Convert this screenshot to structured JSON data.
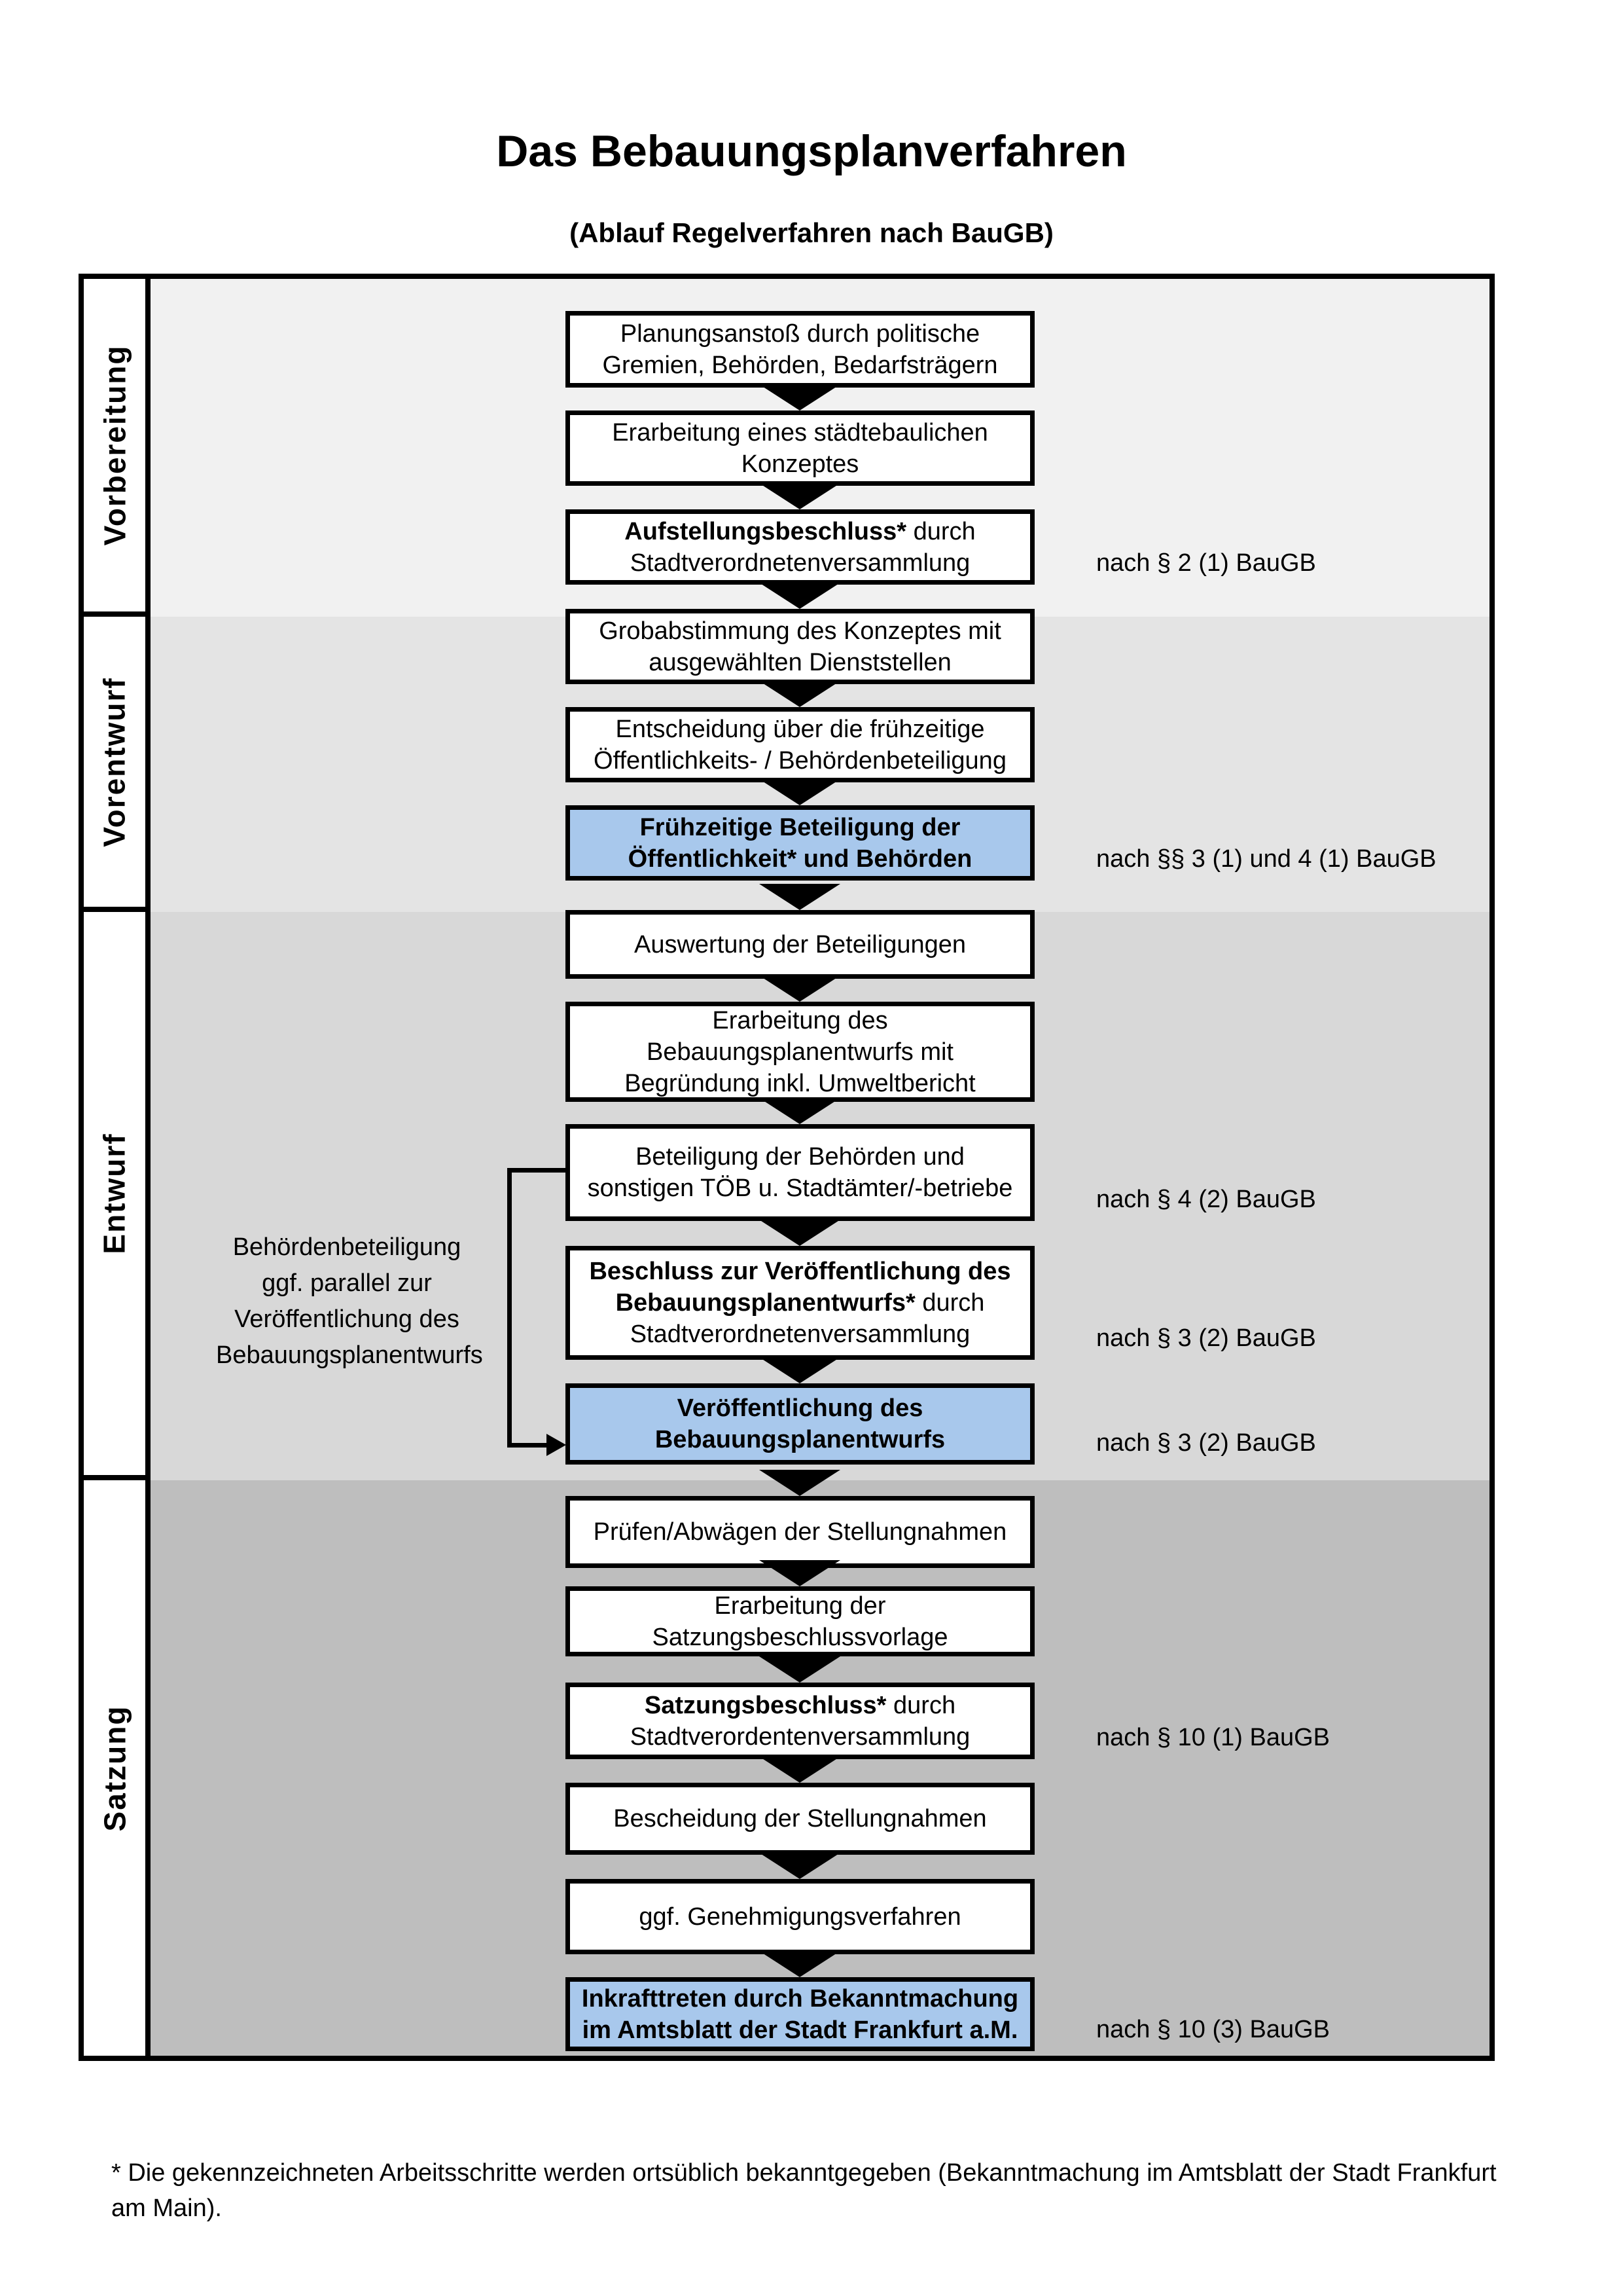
{
  "title": "Das Bebauungsplanverfahren",
  "subtitle": "(Ablauf Regelverfahren nach BauGB)",
  "colors": {
    "highlight_blue": "#a8c8ec",
    "phase_backgrounds": [
      "#f1f1f1",
      "#e4e4e4",
      "#d8d8d8",
      "#bebebe"
    ],
    "border": "#000000"
  },
  "phases": [
    {
      "label": "Vorbereitung"
    },
    {
      "label": "Vorentwurf"
    },
    {
      "label": "Entwurf"
    },
    {
      "label": "Satzung"
    }
  ],
  "steps": [
    {
      "phase": 0,
      "fill": "white",
      "ref": "",
      "lines": [
        [
          {
            "t": "Planungsanstoß durch politische"
          }
        ],
        [
          {
            "t": "Gremien, Behörden, Bedarfsträgern"
          }
        ]
      ]
    },
    {
      "phase": 0,
      "fill": "white",
      "ref": "",
      "lines": [
        [
          {
            "t": "Erarbeitung eines städtebaulichen"
          }
        ],
        [
          {
            "t": "Konzeptes"
          }
        ]
      ]
    },
    {
      "phase": 0,
      "fill": "white",
      "ref": "nach § 2 (1) BauGB",
      "lines": [
        [
          {
            "t": "Aufstellungsbeschluss*",
            "b": true
          },
          {
            "t": " durch"
          }
        ],
        [
          {
            "t": "Stadtverordnetenversammlung"
          }
        ]
      ]
    },
    {
      "phase": 1,
      "fill": "white",
      "ref": "",
      "lines": [
        [
          {
            "t": "Grobabstimmung des Konzeptes mit"
          }
        ],
        [
          {
            "t": "ausgewählten Dienststellen"
          }
        ]
      ]
    },
    {
      "phase": 1,
      "fill": "white",
      "ref": "",
      "lines": [
        [
          {
            "t": "Entscheidung über die frühzeitige"
          }
        ],
        [
          {
            "t": "Öffentlichkeits- / Behördenbeteiligung"
          }
        ]
      ]
    },
    {
      "phase": 1,
      "fill": "blue",
      "ref": "nach §§ 3 (1) und 4 (1) BauGB",
      "lines": [
        [
          {
            "t": "Frühzeitige Beteiligung der",
            "b": true
          }
        ],
        [
          {
            "t": "Öffentlichkeit* und Behörden",
            "b": true
          }
        ]
      ]
    },
    {
      "phase": 2,
      "fill": "white",
      "ref": "",
      "lines": [
        [
          {
            "t": "Auswertung der Beteiligungen"
          }
        ]
      ]
    },
    {
      "phase": 2,
      "fill": "white",
      "ref": "",
      "lines": [
        [
          {
            "t": "Erarbeitung des"
          }
        ],
        [
          {
            "t": "Bebauungsplanentwurfs mit"
          }
        ],
        [
          {
            "t": "Begründung inkl. Umweltbericht"
          }
        ]
      ]
    },
    {
      "phase": 2,
      "fill": "white",
      "ref": "nach § 4 (2) BauGB",
      "lines": [
        [
          {
            "t": "Beteiligung der Behörden und"
          }
        ],
        [
          {
            "t": "sonstigen TÖB u. Stadtämter/-betriebe"
          }
        ]
      ]
    },
    {
      "phase": 2,
      "fill": "white",
      "ref": "nach § 3 (2) BauGB",
      "lines": [
        [
          {
            "t": "Beschluss zur Veröffentlichung des",
            "b": true
          }
        ],
        [
          {
            "t": "Bebauungsplanentwurfs*",
            "b": true
          },
          {
            "t": " durch"
          }
        ],
        [
          {
            "t": "Stadtverordnetenversammlung"
          }
        ]
      ]
    },
    {
      "phase": 2,
      "fill": "blue",
      "ref": "nach § 3 (2) BauGB",
      "lines": [
        [
          {
            "t": "Veröffentlichung des",
            "b": true
          }
        ],
        [
          {
            "t": "Bebauungsplanentwurfs",
            "b": true
          }
        ]
      ]
    },
    {
      "phase": 3,
      "fill": "white",
      "ref": "",
      "lines": [
        [
          {
            "t": "Prüfen/Abwägen der Stellungnahmen"
          }
        ]
      ]
    },
    {
      "phase": 3,
      "fill": "white",
      "ref": "",
      "lines": [
        [
          {
            "t": "Erarbeitung der"
          }
        ],
        [
          {
            "t": "Satzungsbeschlussvorlage"
          }
        ]
      ]
    },
    {
      "phase": 3,
      "fill": "white",
      "ref": "nach § 10 (1) BauGB",
      "lines": [
        [
          {
            "t": "Satzungsbeschluss*",
            "b": true
          },
          {
            "t": " durch"
          }
        ],
        [
          {
            "t": "Stadtverordentenversammlung"
          }
        ]
      ]
    },
    {
      "phase": 3,
      "fill": "white",
      "ref": "",
      "lines": [
        [
          {
            "t": "Bescheidung der Stellungnahmen"
          }
        ]
      ]
    },
    {
      "phase": 3,
      "fill": "white",
      "ref": "",
      "lines": [
        [
          {
            "t": "ggf. Genehmigungsverfahren"
          }
        ]
      ]
    },
    {
      "phase": 3,
      "fill": "blue",
      "ref": "nach § 10 (3) BauGB",
      "lines": [
        [
          {
            "t": "Inkrafttreten",
            "b": true
          },
          {
            "t": " durch Bekanntmachung"
          }
        ],
        [
          {
            "t": "im Amtsblatt der Stadt Frankfurt a.M."
          }
        ]
      ]
    }
  ],
  "side_note": {
    "lines": [
      "Behördenbeteiligung",
      "ggf. parallel zur",
      "Veröffentlichung des",
      "Bebauungsplanentwurfs"
    ]
  },
  "footnote": "* Die gekennzeichneten Arbeitsschritte werden ortsüblich bekanntgegeben (Bekanntmachung im Amtsblatt  der Stadt Frankfurt am Main)."
}
